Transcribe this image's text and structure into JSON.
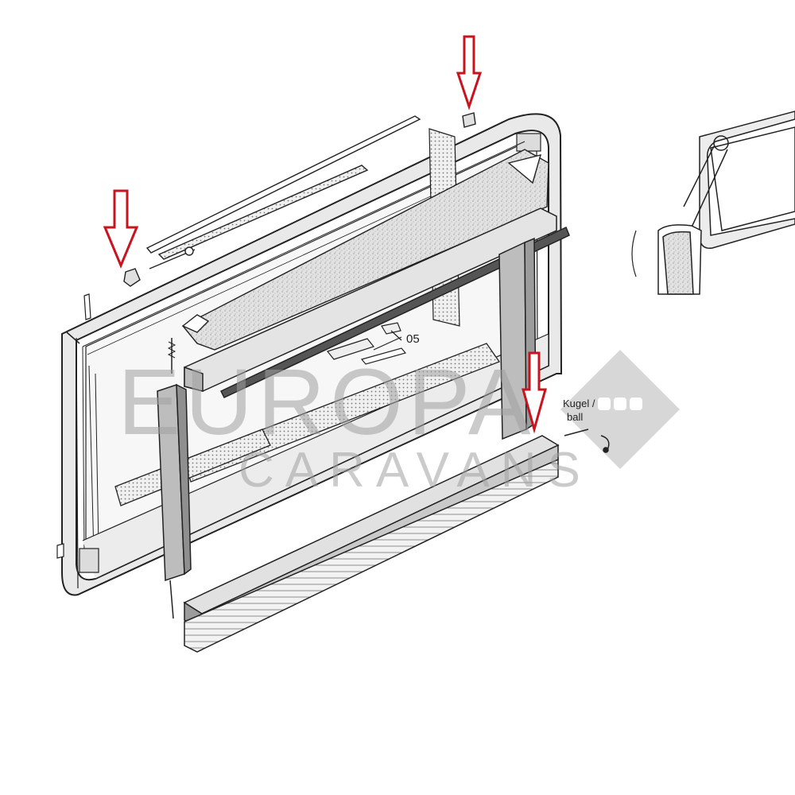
{
  "labels": {
    "part_05": "05",
    "ball_de": "Kugel /",
    "ball_en": "ball"
  },
  "watermark": {
    "line1": "EUROPA",
    "line2": "CARAVANS"
  },
  "colors": {
    "arrow": "#c8141e",
    "line": "#222222",
    "frame_fill": "#e6e6e6",
    "shade_fill": "#d9d9d9",
    "watermark": "#a0a0a0"
  }
}
